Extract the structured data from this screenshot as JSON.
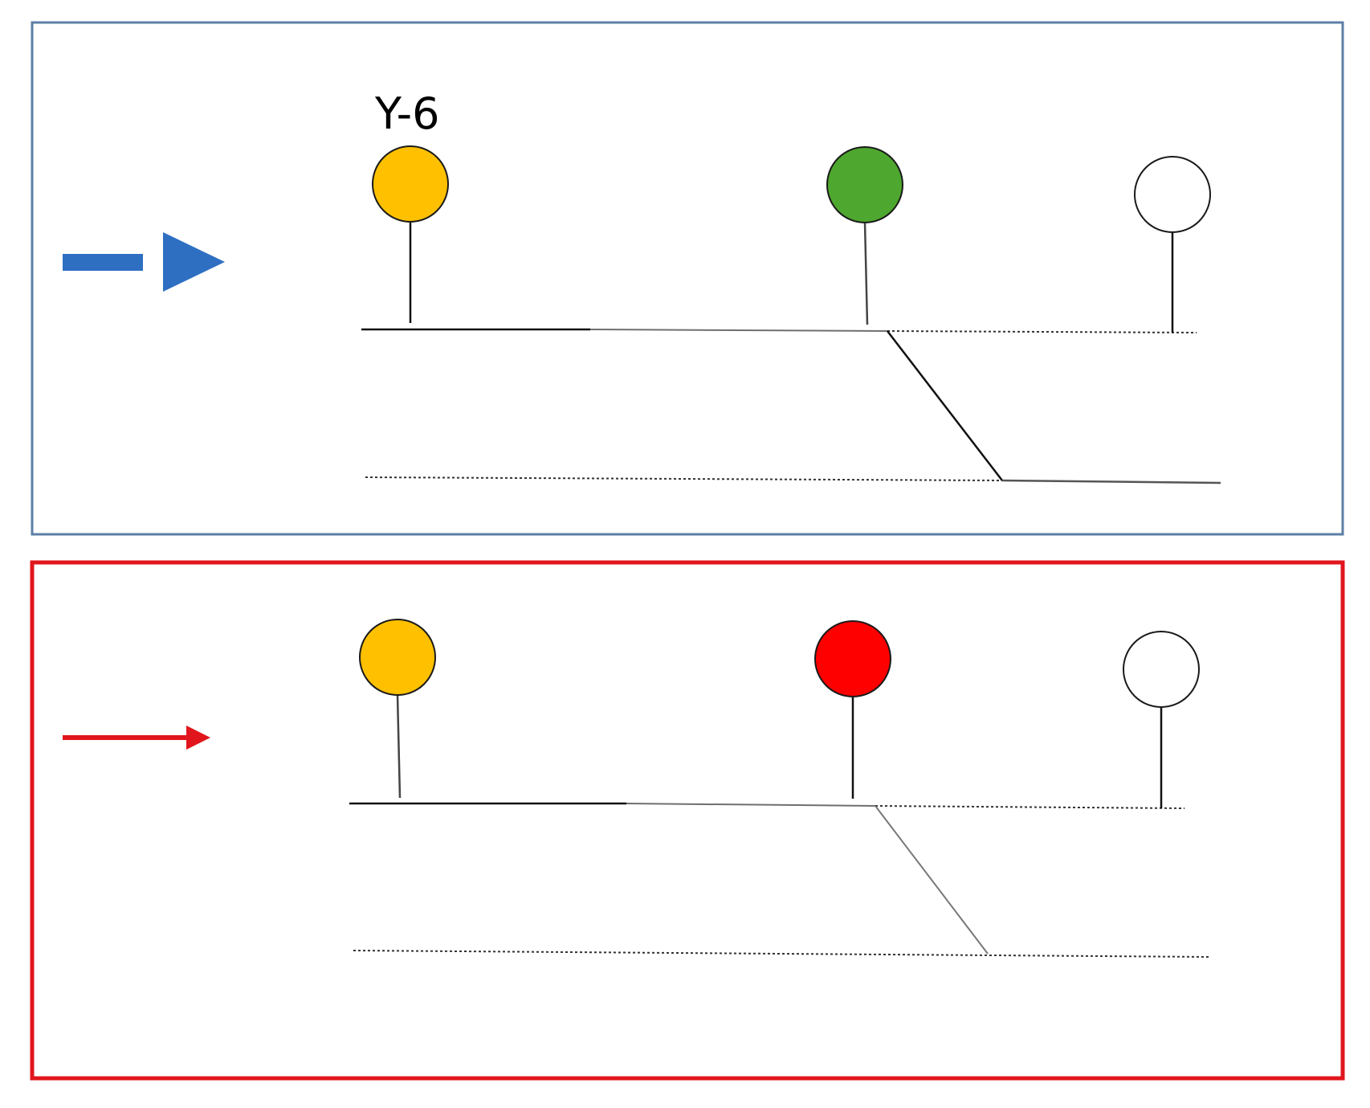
{
  "colors": {
    "background": "#ffffff",
    "line": "#111111",
    "line_faded": "#8a8a8a",
    "yellow_lamp": "#FFC000",
    "green_lamp": "#4EA72E",
    "red_lamp": "#FF0000",
    "unlit_lamp": "#FFFFFF",
    "lamp_outline": "#1a1a1a"
  },
  "panels": [
    {
      "id": "top",
      "border_color": "#5B7FA6",
      "direction_arrow": {
        "style": "bold-blue",
        "color": "#2E6FC2",
        "icon": "blue-block-arrow-right-icon"
      },
      "signal_label": "Y-6",
      "signals": [
        {
          "id": "signal-1",
          "lamp": "yellow"
        },
        {
          "id": "signal-2",
          "lamp": "green"
        },
        {
          "id": "signal-3",
          "lamp": "unlit"
        }
      ]
    },
    {
      "id": "bottom",
      "border_color": "#E0161C",
      "direction_arrow": {
        "style": "thin-red",
        "color": "#E0161C",
        "icon": "red-thin-arrow-right-icon"
      },
      "signal_label": "",
      "signals": [
        {
          "id": "signal-1",
          "lamp": "yellow"
        },
        {
          "id": "signal-2",
          "lamp": "red"
        },
        {
          "id": "signal-3",
          "lamp": "unlit"
        }
      ]
    }
  ]
}
